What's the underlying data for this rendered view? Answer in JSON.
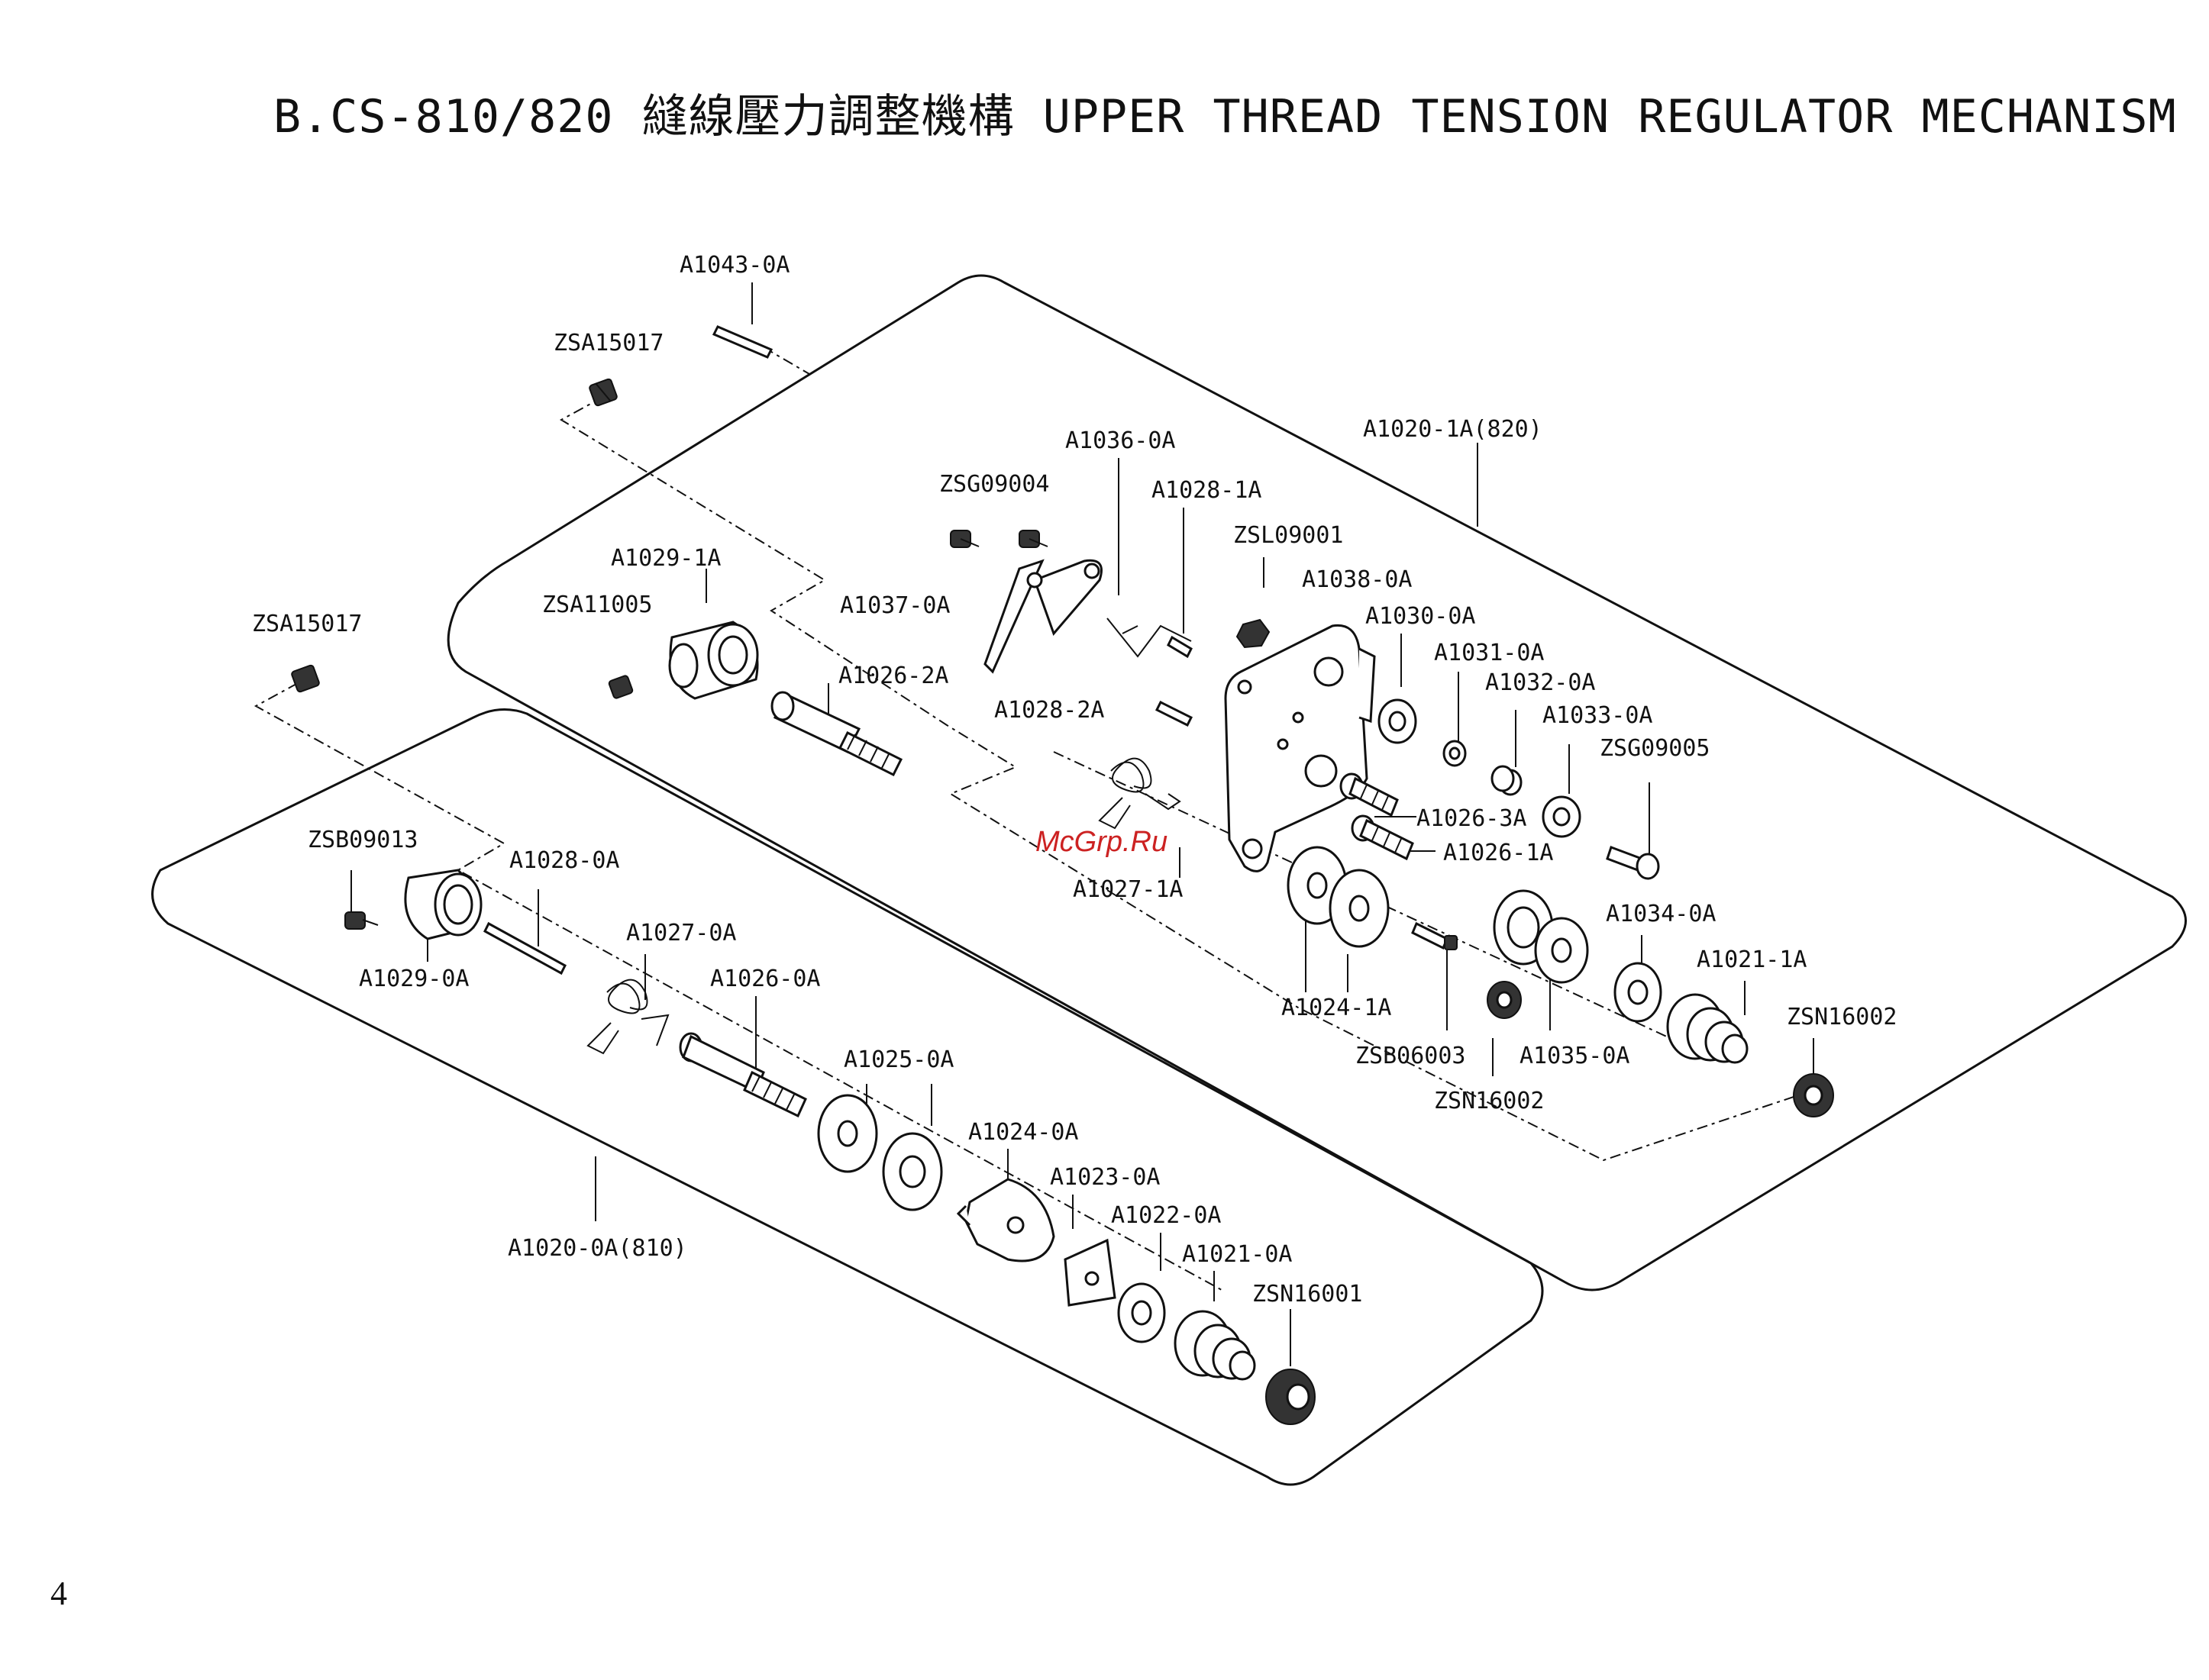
{
  "page": {
    "title": "B.CS-810/820 縫線壓力調整機構 UPPER THREAD TENSION REGULATOR MECHANISM",
    "page_number": "4",
    "watermark": "McGrp.Ru"
  },
  "diagram": {
    "assemblies": [
      {
        "id": "810",
        "label": "A1020-0A(810)"
      },
      {
        "id": "820",
        "label": "A1020-1A(820)"
      }
    ],
    "part_labels": {
      "p01": "A1043-0A",
      "p02": "ZSA15017",
      "p03": "A1020-1A(820)",
      "p04": "A1036-0A",
      "p05": "ZSG09004",
      "p06": "A1028-1A",
      "p07": "ZSL09001",
      "p08": "A1029-1A",
      "p09": "A1038-0A",
      "p10": "ZSA11005",
      "p11": "A1037-0A",
      "p12": "A1030-0A",
      "p13": "A1031-0A",
      "p14": "A1026-2A",
      "p15": "A1032-0A",
      "p16": "A1033-0A",
      "p17": "A1028-2A",
      "p18": "ZSG09005",
      "p19": "ZSA15017",
      "p20": "A1026-3A",
      "p21": "A1026-1A",
      "p22": "A1027-1A",
      "p23": "ZSB09013",
      "p24": "A1028-0A",
      "p25": "A1034-0A",
      "p26": "A1021-1A",
      "p27": "A1029-0A",
      "p28": "A1027-0A",
      "p29": "A1024-1A",
      "p30": "ZSN16002",
      "p31": "A1026-0A",
      "p32": "ZSB06003",
      "p33": "A1035-0A",
      "p34": "ZSN16002",
      "p35": "A1025-0A",
      "p36": "A1024-0A",
      "p37": "A1023-0A",
      "p38": "A1022-0A",
      "p39": "A1021-0A",
      "p40": "ZSN16001",
      "p41": "A1020-0A(810)"
    }
  }
}
